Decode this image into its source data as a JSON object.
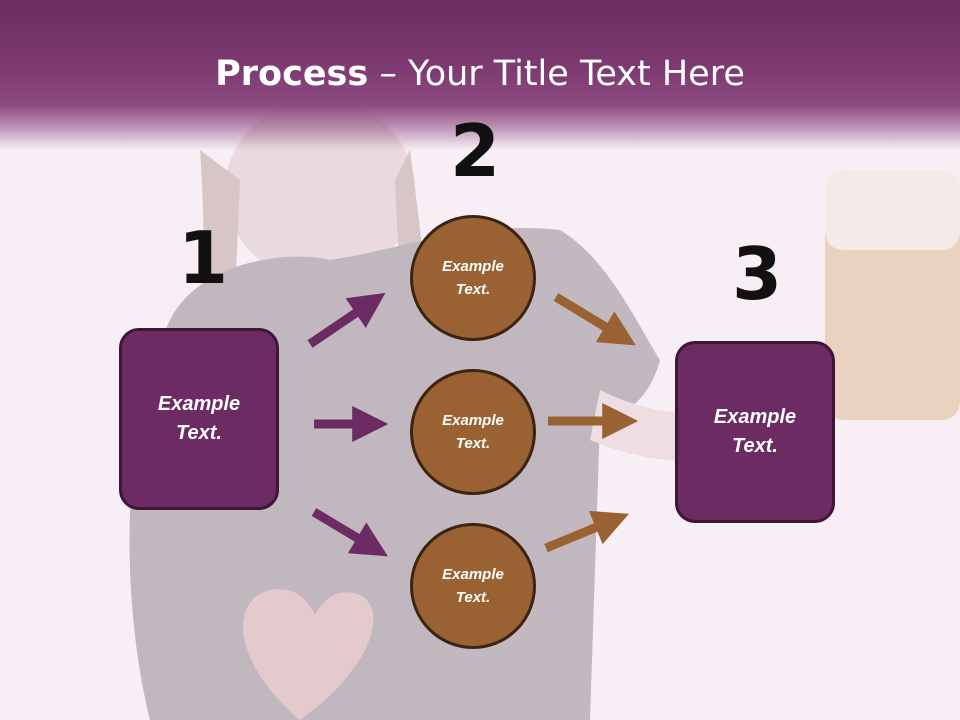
{
  "title": {
    "bold": "Process",
    "rest": " – Your Title Text Here"
  },
  "numbers": [
    "1",
    "2",
    "3"
  ],
  "left_box": "Example\nText.",
  "right_box": "Example\nText.",
  "circles": [
    "Example\nText.",
    "Example\nText.",
    "Example\nText."
  ],
  "colors": {
    "header": "#7d3a71",
    "box": "#6c2c63",
    "circle": "#9a6232",
    "arrow_left": "#6c2c63",
    "arrow_right": "#9a6232"
  }
}
